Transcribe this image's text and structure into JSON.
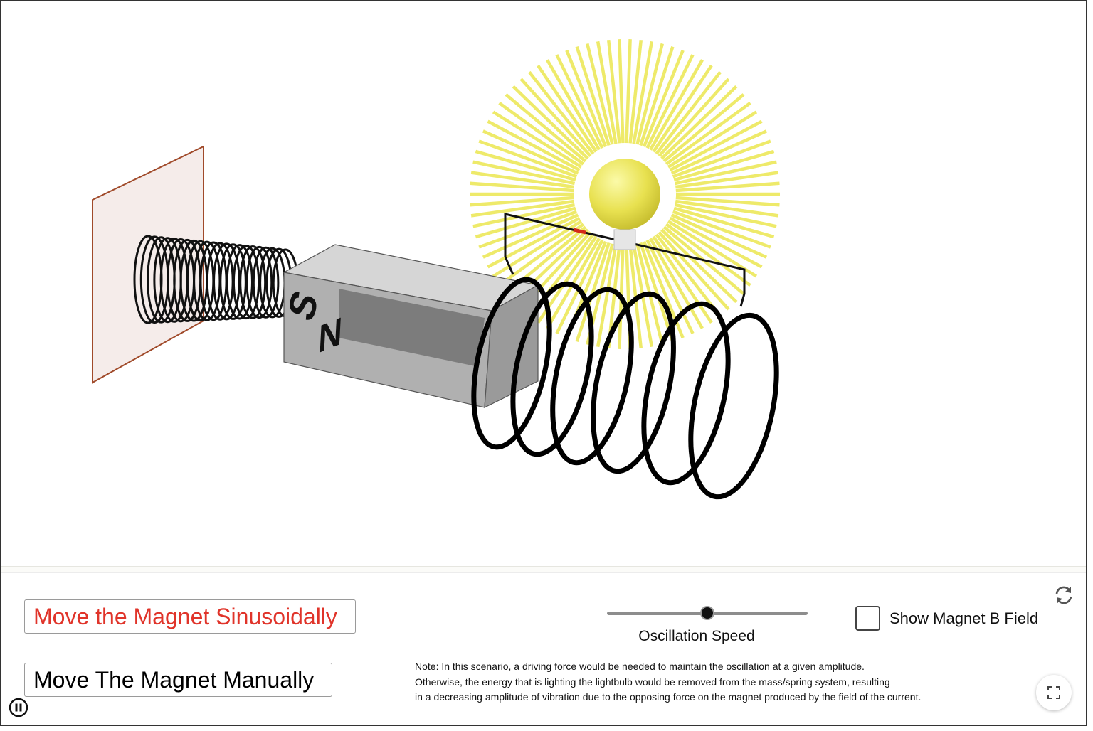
{
  "scene": {
    "magnet_pole_south": "S",
    "magnet_pole_north": "N",
    "bulb_glow_color": "#eeea6a",
    "bulb_color": "#f2ed5a",
    "wall_color": "#f5ecea",
    "wall_edge_color": "#a04a2a",
    "magnet_color": "#b0b0b0"
  },
  "controls": {
    "sinusoidal_button": {
      "label": "Move the Magnet Sinusoidally",
      "color": "#e0342a",
      "active": true
    },
    "manual_button": {
      "label": "Move The Magnet Manually"
    },
    "oscillation_slider": {
      "label": "Oscillation Speed",
      "value_fraction": 0.5
    },
    "show_field_checkbox": {
      "label": "Show Magnet B Field",
      "checked": false
    }
  },
  "note": {
    "lines": [
      "Note: In this scenario, a driving force would be needed to maintain the oscillation at a given amplitude.",
      "Otherwise, the energy that is lighting the lightbulb would be removed from the mass/spring system, resulting",
      "in a decreasing amplitude of vibration due to the opposing force on the magnet produced by the field of the current."
    ]
  },
  "icons": {
    "refresh": "refresh-icon",
    "fullscreen": "fullscreen-icon",
    "pause": "pause-icon"
  }
}
